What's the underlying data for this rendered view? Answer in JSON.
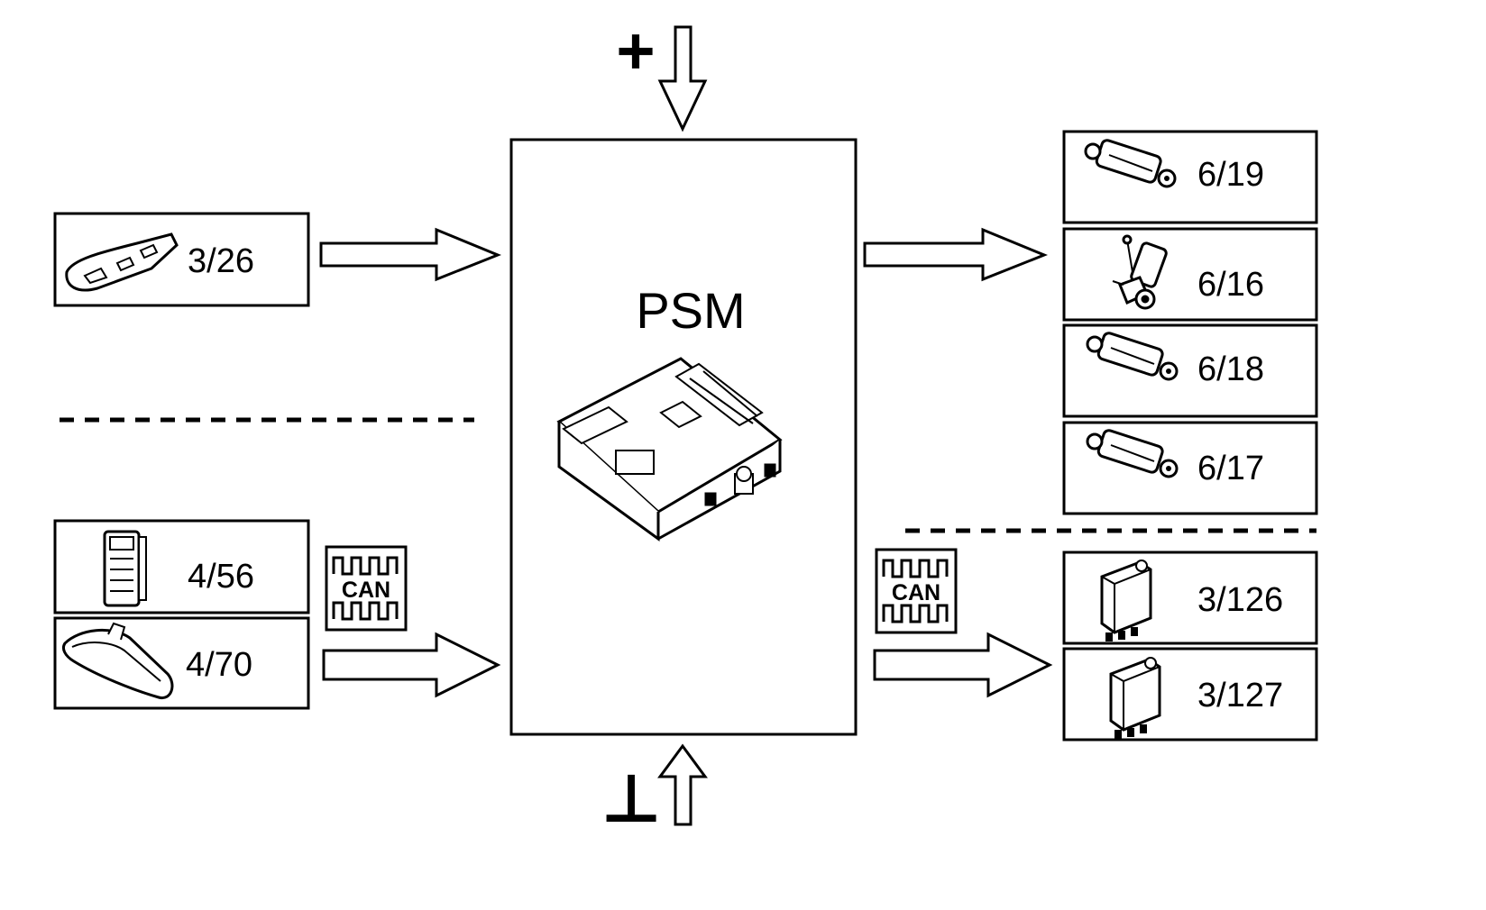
{
  "module": {
    "label": "PSM",
    "icon": "control-module-icon"
  },
  "power": {
    "plus_symbol": "+",
    "ground_symbol": "⊥"
  },
  "bus": {
    "label": "CAN",
    "icon": "can-bus-icon"
  },
  "inputs": {
    "hardwired": [
      {
        "label": "3/26",
        "icon": "switch-panel-icon"
      }
    ],
    "can": [
      {
        "label": "4/56",
        "icon": "instrument-cluster-icon"
      },
      {
        "label": "4/70",
        "icon": "rear-view-mirror-icon"
      }
    ]
  },
  "outputs": {
    "hardwired": [
      {
        "label": "6/19",
        "icon": "motor-icon"
      },
      {
        "label": "6/16",
        "icon": "motor-with-bracket-icon"
      },
      {
        "label": "6/18",
        "icon": "motor-icon"
      },
      {
        "label": "6/17",
        "icon": "motor-icon"
      }
    ],
    "can": [
      {
        "label": "3/126",
        "icon": "sensor-unit-icon"
      },
      {
        "label": "3/127",
        "icon": "sensor-unit-icon"
      }
    ]
  }
}
